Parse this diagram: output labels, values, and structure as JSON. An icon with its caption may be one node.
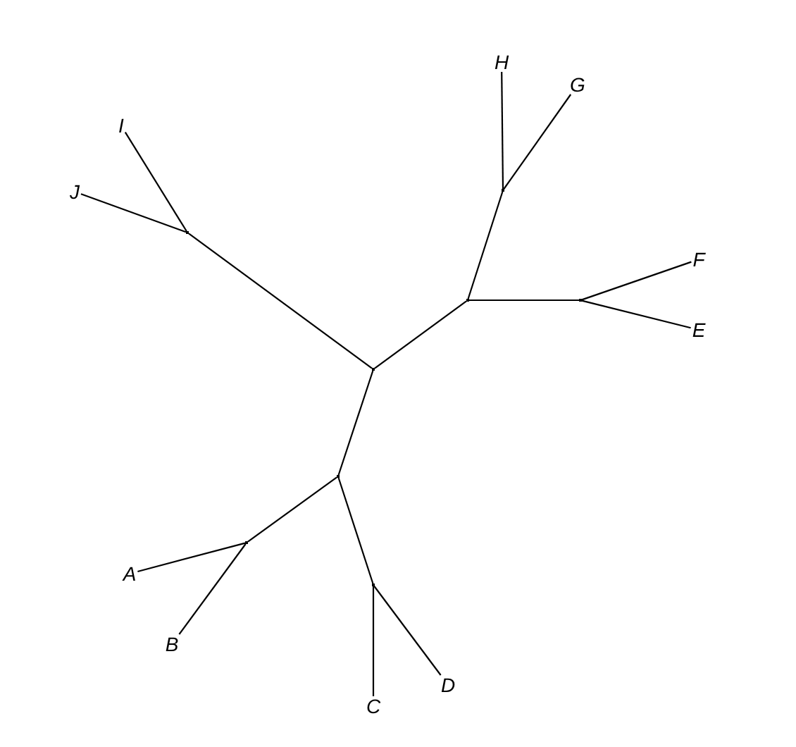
{
  "diagram": {
    "nodes": [
      {
        "text": [
          "H"
        ]
      },
      {
        "text": [
          "G"
        ]
      },
      {
        "text": [
          "I"
        ]
      },
      {
        "text": [
          "J"
        ]
      },
      {
        "text": [
          "F"
        ]
      },
      {
        "text": [
          "E"
        ]
      },
      {
        "text": [
          "A"
        ]
      },
      {
        "text": [
          "B"
        ]
      },
      {
        "text": [
          "D"
        ]
      },
      {
        "text": [
          "C"
        ]
      },
      {
        "text": [],
        "shape": "point"
      },
      {
        "text": [],
        "shape": "point"
      },
      {
        "text": [],
        "shape": "point"
      },
      {
        "text": [],
        "shape": "point"
      },
      {
        "text": [],
        "shape": "point"
      },
      {
        "text": [],
        "shape": "point"
      },
      {
        "text": [],
        "shape": "point"
      },
      {
        "text": [],
        "shape": "point"
      }
    ],
    "edges": [
      {
        "from": 14,
        "to": 11,
        "arrow": "none"
      },
      {
        "from": 14,
        "to": 12,
        "arrow": "none"
      },
      {
        "from": 14,
        "to": 15,
        "arrow": "none"
      },
      {
        "from": 11,
        "to": 2,
        "arrow": "none"
      },
      {
        "from": 11,
        "to": 3,
        "arrow": "none"
      },
      {
        "from": 12,
        "to": 10,
        "arrow": "none"
      },
      {
        "from": 12,
        "to": 13,
        "arrow": "none"
      },
      {
        "from": 10,
        "to": 0,
        "arrow": "none"
      },
      {
        "from": 10,
        "to": 1,
        "arrow": "none"
      },
      {
        "from": 13,
        "to": 4,
        "arrow": "none"
      },
      {
        "from": 13,
        "to": 5,
        "arrow": "none"
      },
      {
        "from": 15,
        "to": 16,
        "arrow": "none"
      },
      {
        "from": 15,
        "to": 17,
        "arrow": "none"
      },
      {
        "from": 16,
        "to": 6,
        "arrow": "none"
      },
      {
        "from": 16,
        "to": 7,
        "arrow": "none"
      },
      {
        "from": 17,
        "to": 9,
        "arrow": "none"
      },
      {
        "from": 17,
        "to": 8,
        "arrow": "none"
      }
    ]
  }
}
